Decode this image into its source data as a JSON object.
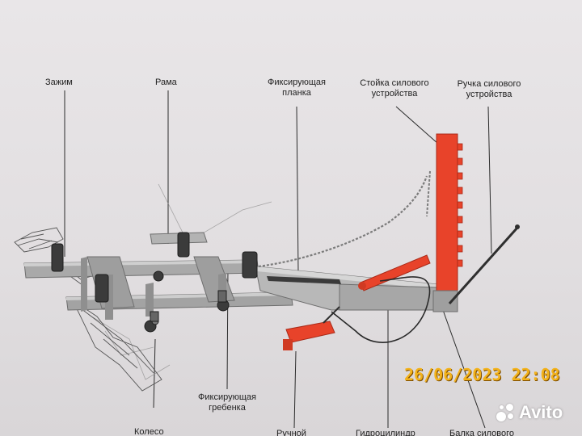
{
  "labels": {
    "clamp": "Зажим",
    "frame": "Рама",
    "fixing_bar": [
      "Фиксирующая",
      "планка"
    ],
    "power_post": [
      "Стойка силового",
      "устройства"
    ],
    "power_handle": [
      "Ручка силового",
      "устройства"
    ],
    "fixing_comb": [
      "Фиксирующая",
      "гребенка"
    ],
    "wheel": "Колесо",
    "manual_pump": "Ручной",
    "hydro_cylinder": "Гидроцилиндр",
    "power_beam": "Балка силового"
  },
  "timestamp": "26/06/2023  22:08",
  "watermark": {
    "brand": "Avito"
  },
  "colors": {
    "frame": "#9a9a9a",
    "post": "#e8432a",
    "timestamp": "#f3b21a",
    "line": "#2a2a2a"
  }
}
